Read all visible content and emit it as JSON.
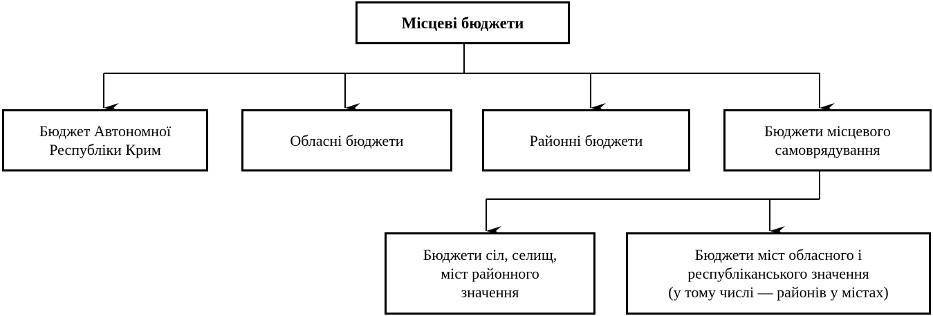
{
  "diagram": {
    "root": {
      "label": "Місцеві бюджети"
    },
    "level1": [
      {
        "id": "arc",
        "label": "Бюджет Автономної\nРеспубліки Крим"
      },
      {
        "id": "obl",
        "label": "Обласні бюджети"
      },
      {
        "id": "ray",
        "label": "Районні бюджети"
      },
      {
        "id": "msv",
        "label": "Бюджети місцевого\nсамоврядування"
      }
    ],
    "level2": [
      {
        "id": "sil",
        "label": "Бюджети сіл, селищ,\nміст районного\nзначення"
      },
      {
        "id": "mist",
        "label": "Бюджети міст обласного і\nреспубліканського значення\n(у тому числі — районів у містах)"
      }
    ],
    "colors": {
      "line": "#000000",
      "box_border": "#000000",
      "background": "#ffffff"
    }
  }
}
